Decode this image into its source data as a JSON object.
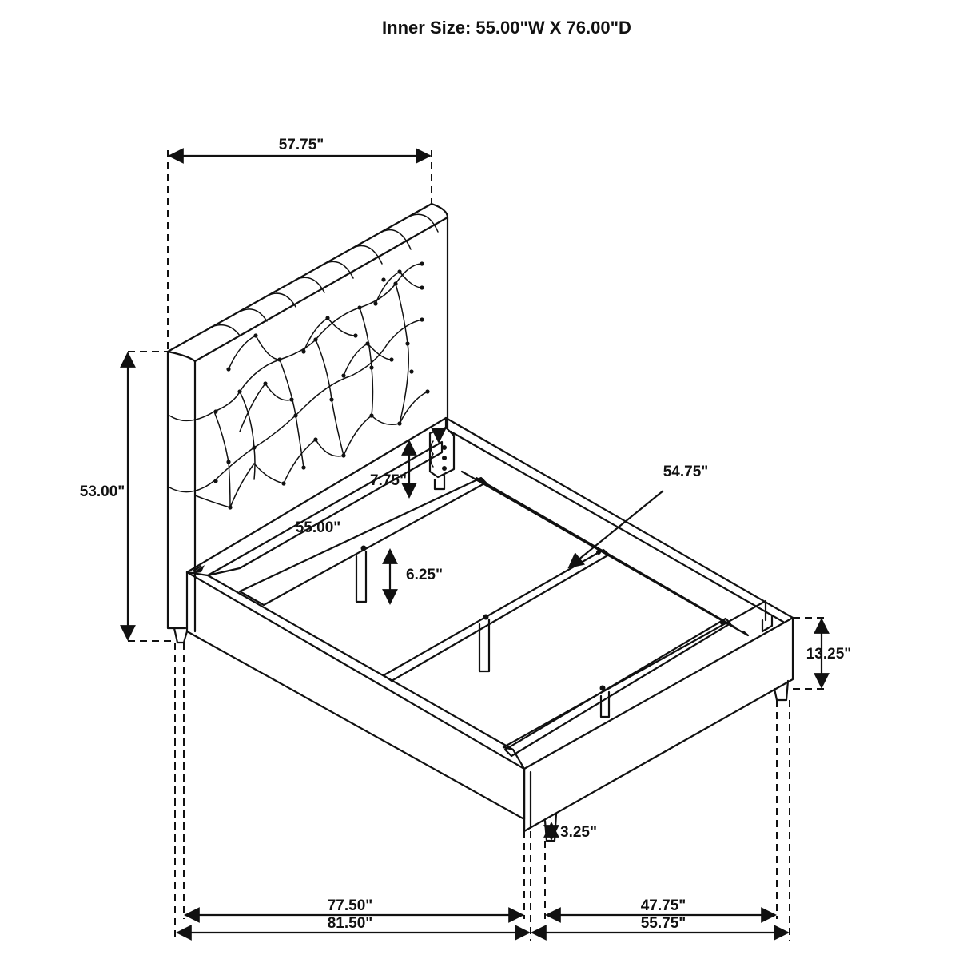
{
  "title": "Inner Size: 55.00\"W X 76.00\"D",
  "dimensions": {
    "headboard_width": "57.75\"",
    "headboard_height": "53.00\"",
    "bracket_height": "7.75\"",
    "inner_width": "55.00\"",
    "leg_post": "6.25\"",
    "slat_length": "54.75\"",
    "rail_height": "13.25\"",
    "foot_leg": "3.25\"",
    "inner_length": "77.50\"",
    "overall_length": "81.50\"",
    "inner_width_bottom": "47.75\"",
    "overall_width": "55.75\""
  }
}
